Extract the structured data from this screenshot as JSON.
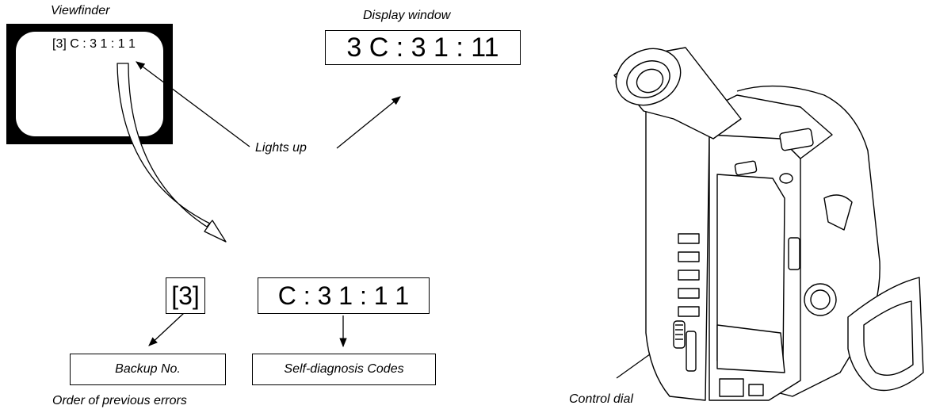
{
  "viewfinder": {
    "label": "Viewfinder",
    "screen_text": "[3] C : 3 1 : 1 1"
  },
  "display_window": {
    "label": "Display window",
    "text": "3 C : 3 1 : 11"
  },
  "lights_up_label": "Lights up",
  "backup_number_box": "[3]",
  "code_box": "C : 3 1 : 1 1",
  "backup_label": "Backup No.",
  "self_diagnosis_label": "Self-diagnosis Codes",
  "order_label": "Order of previous errors",
  "control_dial_label": "Control dial"
}
